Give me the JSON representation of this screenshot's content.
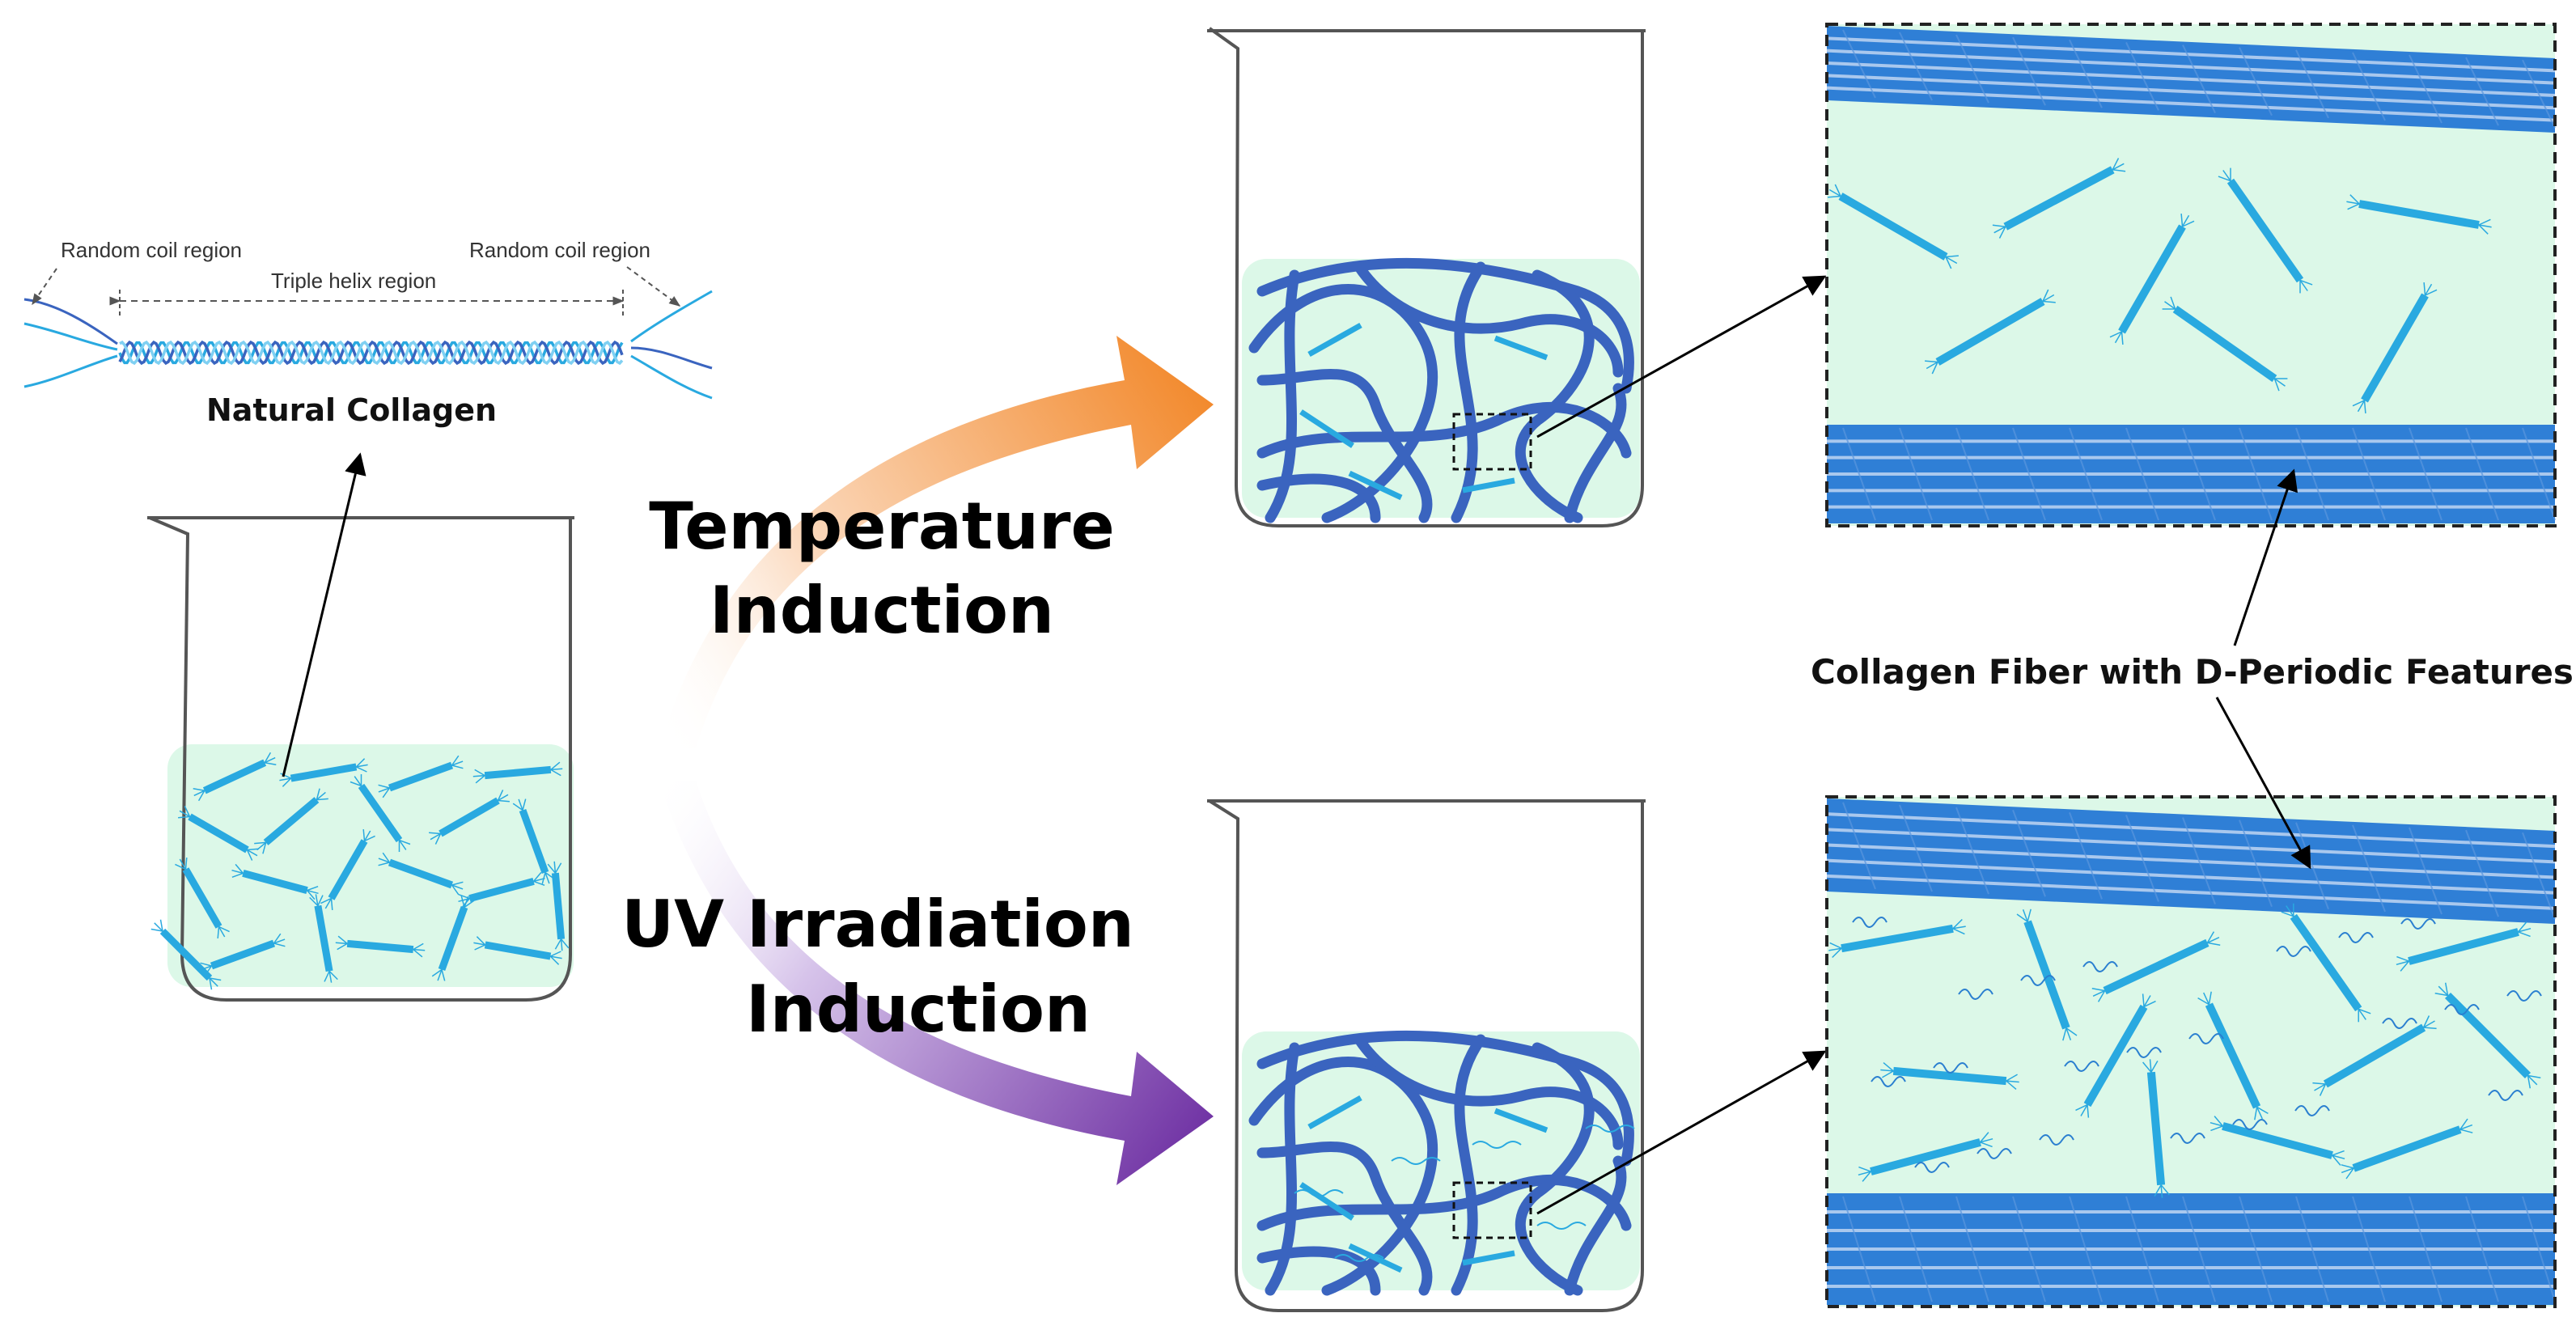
{
  "labels": {
    "random_coil_left": "Random coil region",
    "random_coil_right": "Random coil region",
    "triple_helix": "Triple helix region",
    "natural_collagen": "Natural Collagen",
    "temperature_line1": "Temperature",
    "temperature_line2": "Induction",
    "uv_line1": "UV Irradiation",
    "uv_line2": "Induction",
    "fiber_caption": "Collagen Fiber with D-Periodic Features"
  },
  "colors": {
    "solution": "#dcf8e8",
    "short_fiber": "#29a9e0",
    "long_fiber": "#3a64bf",
    "band_fiber": "#2f7fd6",
    "band_stripe": "#a9c8ee",
    "temperature_arrow": "#f2882a",
    "uv_arrow": "#6a2aa0",
    "outline": "#555555"
  },
  "icons": {
    "main_beaker": "beaker-icon",
    "temperature_arrow": "curved-arrow-icon",
    "uv_arrow": "curved-arrow-icon"
  }
}
